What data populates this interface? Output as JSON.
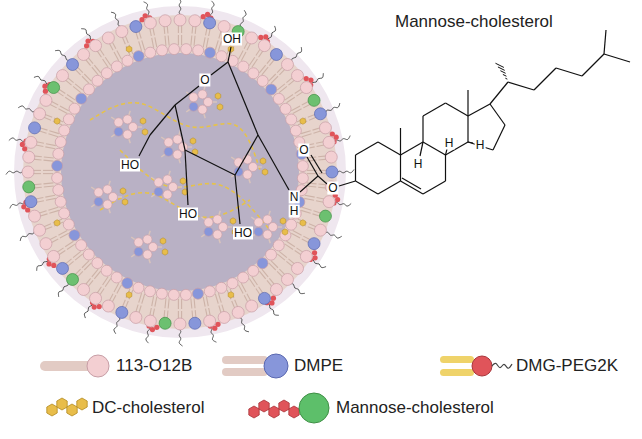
{
  "diagram": {
    "labels": [
      "Mannose-cholesterol",
      "OH",
      "O",
      "HO",
      "HO",
      "HO",
      "N",
      "H",
      "O",
      "O",
      "H",
      "H",
      "H"
    ],
    "legend": [
      {
        "text": "113-O12B"
      },
      {
        "text": "DMPE"
      },
      {
        "text": "DMG-PEG2K"
      },
      {
        "text": "DC-cholesterol"
      },
      {
        "text": "Mannose-cholesterol"
      }
    ]
  }
}
